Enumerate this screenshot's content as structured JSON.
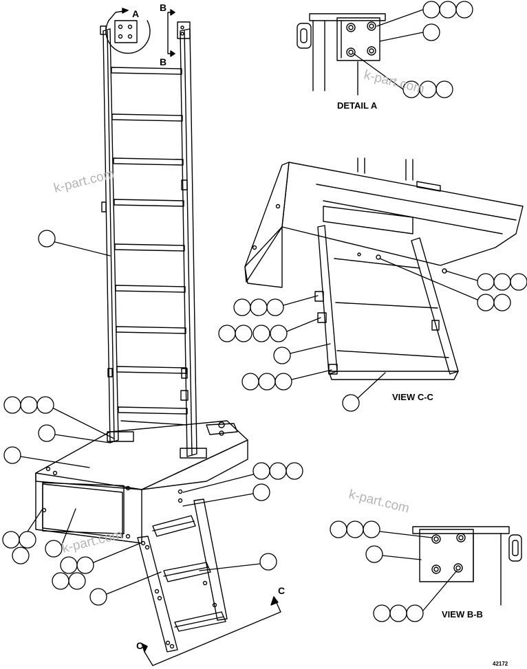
{
  "labels": {
    "detail_a": "DETAIL A",
    "view_cc": "VIEW C-C",
    "view_bb": "VIEW B-B",
    "section_a": "A",
    "section_b_top": "B",
    "section_b_bottom": "B",
    "section_c_right": "C",
    "section_c_left": "C"
  },
  "figure_number": "42172",
  "watermark": "k-part.com",
  "colors": {
    "line": "#000000",
    "background": "#ffffff",
    "watermark": "#b5b5b5"
  }
}
